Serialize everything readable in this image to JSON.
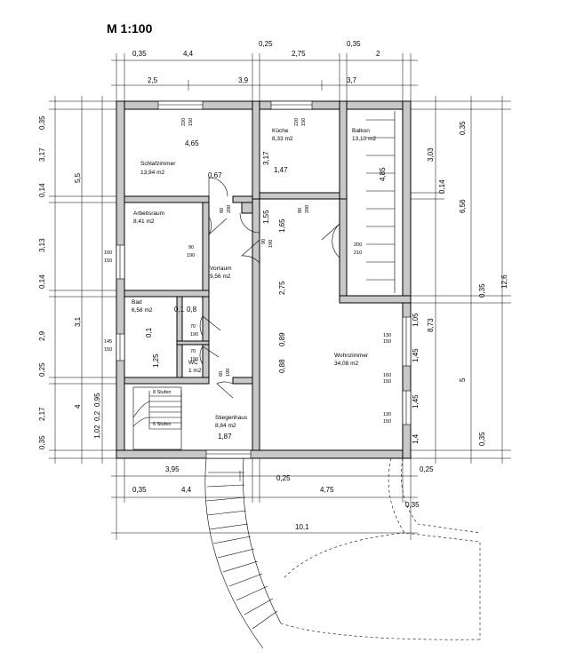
{
  "plan": {
    "scale": "M 1:100",
    "rooms": [
      {
        "id": "schlafzimmer",
        "name": "Schlafzimmer",
        "area": "13,94 m2"
      },
      {
        "id": "kueche",
        "name": "Küche",
        "area": "8,33 m2"
      },
      {
        "id": "balkon",
        "name": "Balkon",
        "area": "13,10 m2"
      },
      {
        "id": "arbeitsraum",
        "name": "Arbeitsraum",
        "area": "8,41 m2"
      },
      {
        "id": "vorraum",
        "name": "Vorraum",
        "area": "9,56 m2"
      },
      {
        "id": "bad",
        "name": "Bad",
        "area": "6,58 m2"
      },
      {
        "id": "wc",
        "name": "WC",
        "area": "1 m2"
      },
      {
        "id": "wohnzimmer",
        "name": "Wohnzimmer",
        "area": "34,08 m2"
      },
      {
        "id": "stiegenhaus",
        "name": "Stiegenhaus",
        "area": "8,84 m2"
      }
    ],
    "stairs": {
      "upper": "8 Stufen",
      "lower": "6 Stufen"
    },
    "dims_top_row1": [
      "0,35",
      "4,4",
      "0,25",
      "2,75",
      "0,35",
      "2"
    ],
    "dims_top_row2": [
      "2,5",
      "3,9",
      "3,7"
    ],
    "dims_left_outer": [
      "0,35",
      "5,5",
      "0,14",
      "3,1",
      "0,25",
      "4",
      "0,35"
    ],
    "dims_left_inner": [
      "3,17",
      "3,13",
      "0,14",
      "2,9",
      "2,17",
      "1,02"
    ],
    "dims_left_misc": [
      "0,14",
      "0,2",
      "0,95"
    ],
    "dims_right_outer": [
      "0,35",
      "3,03",
      "0,14",
      "6,56",
      "0,35",
      "12,6",
      "8,73",
      "5",
      "0,35"
    ],
    "dims_right_inner": [
      "4,85",
      "1,05",
      "1,45",
      "1,45",
      "1,4"
    ],
    "dims_bottom_row1": [
      "3,95",
      "0,25"
    ],
    "dims_bottom_row2": [
      "0,35",
      "4,4",
      "0,25",
      "4,75",
      "0,35"
    ],
    "dims_bottom_total": "10,1",
    "interior_dims": [
      "4,65",
      "0,67",
      "1,47",
      "3,17",
      "1,55",
      "1,65",
      "2,75",
      "0,89",
      "0,88",
      "0,1",
      "0,8",
      "0,1",
      "1,25",
      "1,87"
    ],
    "openings": [
      {
        "w": "220",
        "h": "150"
      },
      {
        "w": "220",
        "h": "150"
      },
      {
        "w": "80",
        "h": "200"
      },
      {
        "w": "80",
        "h": "200"
      },
      {
        "w": "90",
        "h": "190"
      },
      {
        "w": "90",
        "h": "190"
      },
      {
        "w": "200",
        "h": "210"
      },
      {
        "w": "160",
        "h": "150"
      },
      {
        "w": "145",
        "h": "150"
      },
      {
        "w": "70",
        "h": "190"
      },
      {
        "w": "70",
        "h": "190"
      },
      {
        "w": "60",
        "h": "190"
      },
      {
        "w": "130",
        "h": "150"
      },
      {
        "w": "160",
        "h": "150"
      },
      {
        "w": "130",
        "h": "150"
      }
    ]
  }
}
